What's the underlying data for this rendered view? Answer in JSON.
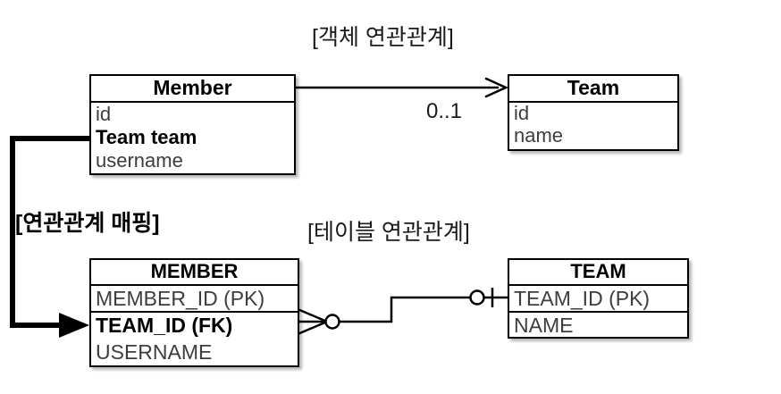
{
  "diagram": {
    "sections": {
      "object_caption": "[객체 연관관계]",
      "table_caption": "[테이블 연관관계]",
      "mapping_caption": "[연관관계 매핑]"
    },
    "multiplicity": "0..1",
    "colors": {
      "stroke": "#000000",
      "background": "#ffffff",
      "attribute_text": "#3d3d3d",
      "title_text": "#000000"
    },
    "object_model": {
      "member": {
        "title": "Member",
        "attributes": [
          {
            "label": "id",
            "emphasis": false
          },
          {
            "label": "Team team",
            "emphasis": true
          },
          {
            "label": "username",
            "emphasis": false
          }
        ]
      },
      "team": {
        "title": "Team",
        "attributes": [
          {
            "label": "id",
            "emphasis": false
          },
          {
            "label": "name",
            "emphasis": false
          }
        ]
      },
      "association": {
        "from": "Member",
        "to": "Team",
        "label": "0..1",
        "arrow": "open-arrow-navigable"
      }
    },
    "table_model": {
      "member": {
        "title": "MEMBER",
        "attributes": [
          {
            "label": "MEMBER_ID (PK)",
            "emphasis": false,
            "ruled": true
          },
          {
            "label": "TEAM_ID (FK)",
            "emphasis": true,
            "ruled": false
          },
          {
            "label": "USERNAME",
            "emphasis": false,
            "ruled": false
          }
        ]
      },
      "team": {
        "title": "TEAM",
        "attributes": [
          {
            "label": "TEAM_ID (PK)",
            "emphasis": false,
            "ruled": true
          },
          {
            "label": "NAME",
            "emphasis": false,
            "ruled": false
          }
        ]
      },
      "relationship": {
        "from": "MEMBER",
        "to": "TEAM",
        "from_cardinality": "crows-foot-zero-or-many",
        "to_cardinality": "zero-or-one"
      }
    },
    "mapping_link": {
      "from": "Member.Team team",
      "to": "MEMBER.TEAM_ID (FK)",
      "arrow": "solid-arrow"
    }
  }
}
